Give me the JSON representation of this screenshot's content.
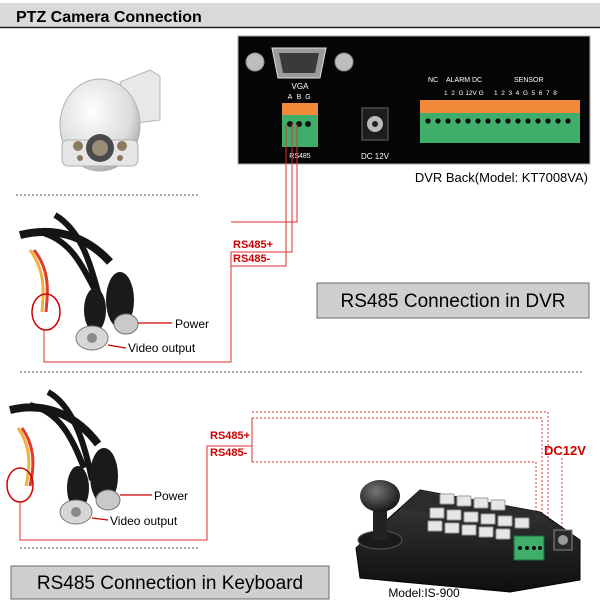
{
  "header": {
    "title": "PTZ Camera Connection"
  },
  "dvr": {
    "vga_label": "VGA",
    "rs485_pins": [
      "A",
      "B",
      "G"
    ],
    "rs485_label": "RS485",
    "dc_label": "DC 12V",
    "nc_label": "NC",
    "alarm_label": "ALARM",
    "dc_small_label": "DC",
    "sensor_label": "SENSOR",
    "alarm_pins": "1  2  G 12V G",
    "sensor_pins": "1  2  3  4  G  5  6  7  8",
    "caption": "DVR Back(Model: KT7008VA)"
  },
  "cable_top": {
    "rs485_plus": "RS485+",
    "rs485_minus": "RS485-",
    "power": "Power",
    "video_output": "Video output"
  },
  "cable_bottom": {
    "rs485_plus": "RS485+",
    "rs485_minus": "RS485-",
    "power": "Power",
    "video_output": "Video output"
  },
  "keyboard": {
    "dc_label": "DC12V",
    "model": "Model:IS-900"
  },
  "banners": {
    "dvr": "RS485 Connection in DVR",
    "keyboard": "RS485 Connection in Keyboard"
  },
  "colors": {
    "header_bg": "#d9d9d9",
    "wire_red": "#e03030",
    "banner_bg": "#cfcfcf",
    "terminal_green": "#3fae6a",
    "terminal_orange": "#f08a3a",
    "label_red": "#cc0000"
  }
}
